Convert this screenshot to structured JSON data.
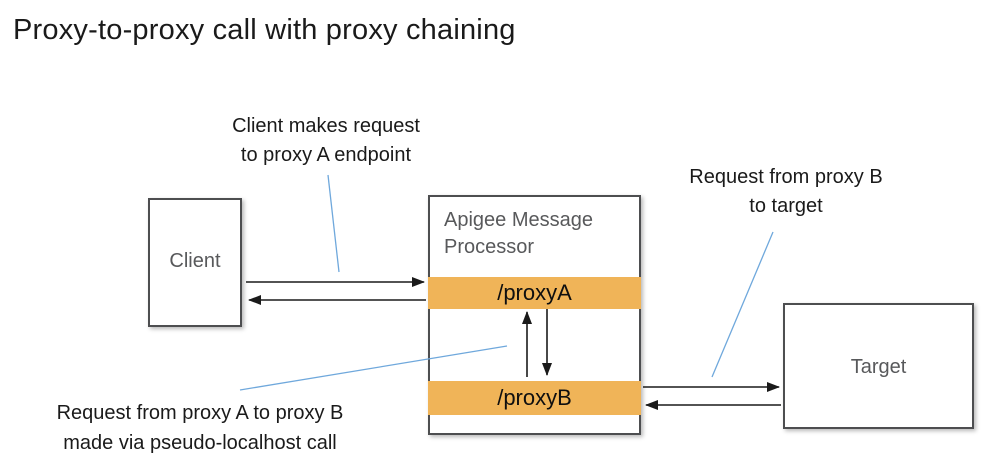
{
  "title": "Proxy-to-proxy call with proxy chaining",
  "annotations": {
    "client_request": {
      "line1": "Client makes request",
      "line2": "to proxy A endpoint"
    },
    "proxyb_to_target": {
      "line1": "Request from proxy B",
      "line2": "to target"
    },
    "proxya_to_proxyb": {
      "line1": "Request from proxy A to proxy B",
      "line2": "made via pseudo-localhost call"
    }
  },
  "nodes": {
    "client": {
      "label": "Client"
    },
    "message_processor": {
      "label": "Apigee Message Processor"
    },
    "proxy_a": {
      "label": "/proxyA"
    },
    "proxy_b": {
      "label": "/proxyB"
    },
    "target": {
      "label": "Target"
    }
  },
  "colors": {
    "proxy_bar": "#F0B458",
    "box_border": "#4D4E50",
    "box_label": "#58595B",
    "annotation_line": "#6FA8DC",
    "arrow": "#1A1A1A",
    "text": "#1A1A1A"
  }
}
